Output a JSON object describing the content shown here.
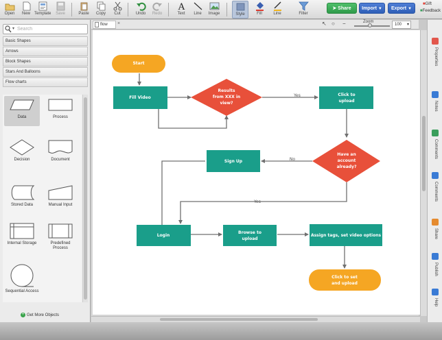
{
  "toolbar": {
    "items": [
      {
        "label": "Open",
        "icon": "open-folder-icon"
      },
      {
        "label": "New",
        "icon": "new-document-icon"
      },
      {
        "label": "Template",
        "icon": "template-icon"
      },
      {
        "label": "Save",
        "icon": "save-icon"
      },
      {
        "label": "Paste",
        "icon": "paste-icon"
      },
      {
        "label": "Copy",
        "icon": "copy-icon"
      },
      {
        "label": "Cut",
        "icon": "cut-icon"
      },
      {
        "label": "Undo",
        "icon": "undo-icon"
      },
      {
        "label": "Redo",
        "icon": "redo-icon"
      },
      {
        "label": "Text",
        "icon": "text-icon"
      },
      {
        "label": "Line",
        "icon": "line-icon"
      },
      {
        "label": "Image",
        "icon": "image-icon"
      },
      {
        "label": "Style",
        "icon": "style-icon"
      },
      {
        "label": "Fill",
        "icon": "fill-icon"
      },
      {
        "label": "Line",
        "icon": "line-color-icon"
      },
      {
        "label": "Filter",
        "icon": "filter-icon"
      }
    ],
    "share_label": "Share",
    "import_label": "Import",
    "export_label": "Export",
    "gift_label": "Gift",
    "feedback_label": "Feedback"
  },
  "left_panel": {
    "search_placeholder": "Search",
    "libraries": [
      "Basic Shapes",
      "Arrows",
      "Block Shapes",
      "Stars And Balloons",
      "Flow charts"
    ],
    "shapes": [
      {
        "label": "Data",
        "icon": "data-shape-icon"
      },
      {
        "label": "Process",
        "icon": "process-shape-icon"
      },
      {
        "label": "Decision",
        "icon": "decision-shape-icon"
      },
      {
        "label": "Document",
        "icon": "document-shape-icon"
      },
      {
        "label": "Stored Data",
        "icon": "stored-data-shape-icon"
      },
      {
        "label": "Manual Input",
        "icon": "manual-input-shape-icon"
      },
      {
        "label": "Internal Storage",
        "icon": "internal-storage-shape-icon"
      },
      {
        "label": "Predefined Process",
        "icon": "predefined-process-shape-icon"
      },
      {
        "label": "Sequential Access",
        "icon": "sequential-access-shape-icon"
      }
    ],
    "get_more_label": "Get More Objects"
  },
  "canvas": {
    "tab_label": "flow",
    "zoom_label": "Zoom",
    "zoom_value": "100",
    "colors": {
      "start_end": "#f5a623",
      "process": "#1a9e8a",
      "decision": "#e8503a",
      "edge": "#707070"
    }
  },
  "flowchart": {
    "nodes": [
      {
        "id": "start",
        "type": "terminal",
        "label": "Start"
      },
      {
        "id": "fill",
        "type": "process",
        "label": "Fill Video"
      },
      {
        "id": "d1",
        "type": "decision",
        "lines": [
          "Results",
          "from XXX in",
          "view?"
        ]
      },
      {
        "id": "upload",
        "type": "process",
        "lines": [
          "Click to",
          "upload"
        ]
      },
      {
        "id": "d2",
        "type": "decision",
        "lines": [
          "Have an",
          "account",
          "already?"
        ]
      },
      {
        "id": "signup",
        "type": "process",
        "label": "Sign Up"
      },
      {
        "id": "login",
        "type": "process",
        "label": "Login"
      },
      {
        "id": "browse",
        "type": "process",
        "lines": [
          "Browse to",
          "upload"
        ]
      },
      {
        "id": "assign",
        "type": "process",
        "label": "Assign tags, set video options"
      },
      {
        "id": "end",
        "type": "terminal",
        "lines": [
          "Click to set",
          "and upload"
        ]
      }
    ],
    "edge_labels": {
      "yes_1": "Yes",
      "no_1": "No",
      "yes_2": "Yes"
    }
  },
  "right_rail": {
    "items": [
      {
        "label": "Properties",
        "icon": "properties-icon",
        "color": "#e2574c"
      },
      {
        "label": "Notes",
        "icon": "notes-icon",
        "color": "#3a7bd5"
      },
      {
        "label": "Comments",
        "icon": "comments-icon",
        "color": "#3a9e5b"
      },
      {
        "label": "Comments",
        "icon": "comments-icon",
        "color": "#3a7bd5"
      },
      {
        "label": "Share",
        "icon": "share-icon",
        "color": "#e58b2f"
      },
      {
        "label": "Publish",
        "icon": "publish-icon",
        "color": "#3a7bd5"
      },
      {
        "label": "Help",
        "icon": "help-icon",
        "color": "#3a7bd5"
      }
    ]
  }
}
